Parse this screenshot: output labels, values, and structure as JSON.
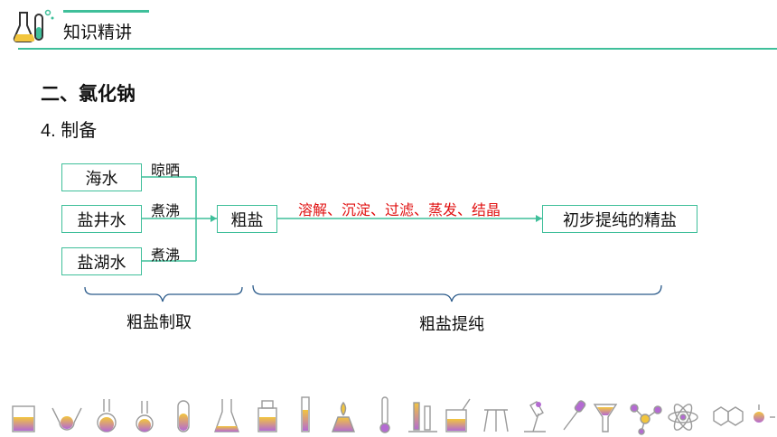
{
  "header": {
    "title": "知识精讲",
    "logo_icon": "lab-flasks-icon"
  },
  "section": {
    "title": "二、氯化钠",
    "subtitle": "4. 制备"
  },
  "diagram": {
    "sources": [
      "海水",
      "盐井水",
      "盐湖水"
    ],
    "source_methods": [
      "晾晒",
      "煮沸",
      "煮沸"
    ],
    "middle": "粗盐",
    "process": "溶解、沉淀、过滤、蒸发、结晶",
    "result": "初步提纯的精盐",
    "brace_left": "粗盐制取",
    "brace_right": "粗盐提纯"
  },
  "colors": {
    "accent": "#3fbf9a",
    "highlight": "#e01010",
    "icon_purple": "#b46ad2",
    "icon_yellow": "#f2c53d"
  },
  "footer": {
    "icons": [
      "beaker-icon",
      "flask-stand-icon",
      "round-flask-icon",
      "flask-icon",
      "test-tube-icon",
      "conical-flask-icon",
      "reagent-bottle-icon",
      "burette-icon",
      "alcohol-lamp-icon",
      "thermometer-icon",
      "test-tube-rack-icon",
      "measuring-cup-icon",
      "tripod-icon",
      "microscope-icon",
      "dropper-icon",
      "funnel-icon",
      "molecule-icon",
      "atom-icon",
      "hexagon-molecule-icon",
      "sparkle-icon"
    ]
  }
}
